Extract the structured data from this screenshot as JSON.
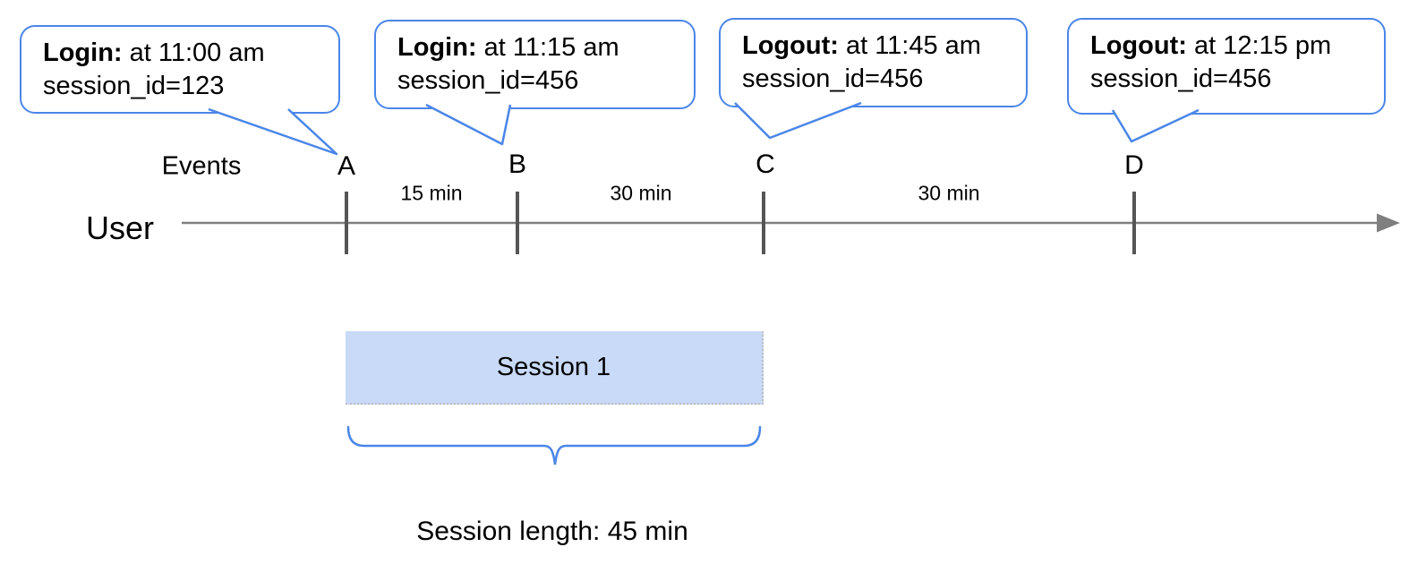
{
  "callouts": [
    {
      "label": "Login:",
      "time": "at 11:00 am",
      "session": "session_id=123",
      "points_to": "A"
    },
    {
      "label": "Login:",
      "time": "at 11:15 am",
      "session": "session_id=456",
      "points_to": "B"
    },
    {
      "label": "Logout:",
      "time": "at 11:45 am",
      "session": "session_id=456",
      "points_to": "C"
    },
    {
      "label": "Logout:",
      "time": "at 12:15 pm",
      "session": "session_id=456",
      "points_to": "D"
    }
  ],
  "timeline": {
    "events_label": "Events",
    "user_label": "User",
    "event_markers": [
      "A",
      "B",
      "C",
      "D"
    ],
    "intervals": [
      "15 min",
      "30 min",
      "30 min"
    ]
  },
  "session": {
    "box_label": "Session 1",
    "length_label": "Session length: 45 min"
  },
  "colors": {
    "callout_border": "#4a86e8",
    "session_fill": "#c9daf8",
    "axis_line": "#7f7f7f",
    "tick": "#555555"
  }
}
